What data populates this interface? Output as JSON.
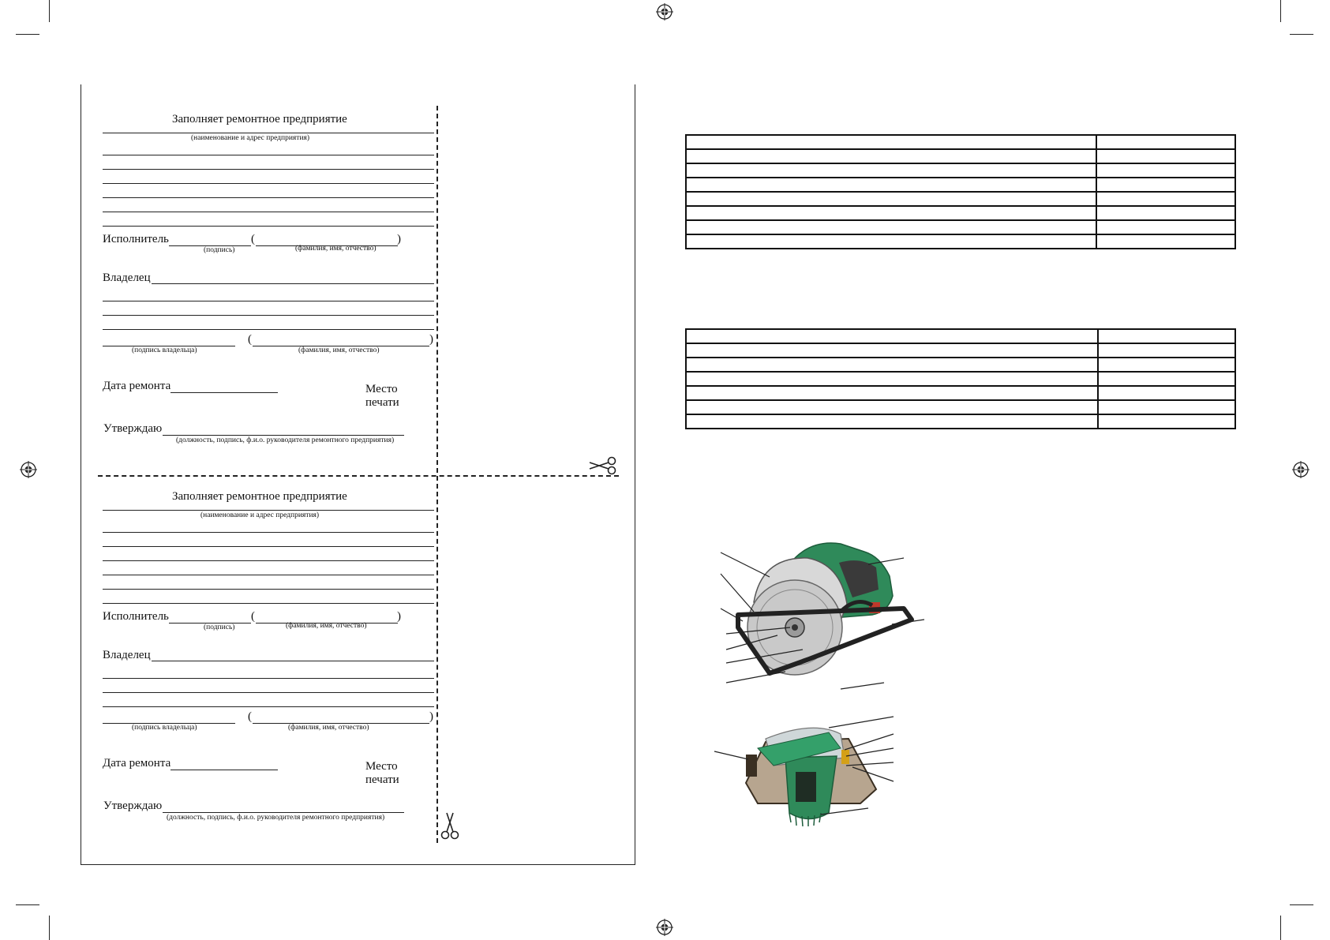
{
  "forms": [
    {
      "heading": "Заполняет ремонтное предприятие",
      "org_caption": "(наименование и адрес предприятия)",
      "executor_label": "Исполнитель",
      "signature_caption": "(подпись)",
      "fio_caption": "(фамилия, имя, отчество)",
      "owner_label": "Владелец",
      "owner_signature_caption": "(подпись владельца)",
      "owner_fio_caption": "(фамилия, имя, отчество)",
      "repair_date_label": "Дата ремонта",
      "stamp_place_line1": "Место",
      "stamp_place_line2": "печати",
      "approve_label": "Утверждаю",
      "approve_caption": "(должность, подпись, ф.и.о. руководителя ремонтного предприятия)"
    },
    {
      "heading": "Заполняет ремонтное предприятие",
      "org_caption": "(наименование и адрес предприятия)",
      "executor_label": "Исполнитель",
      "signature_caption": "(подпись)",
      "fio_caption": "(фамилия, имя, отчество)",
      "owner_label": "Владелец",
      "owner_signature_caption": "(подпись владельца)",
      "owner_fio_caption": "(фамилия, имя, отчество)",
      "repair_date_label": "Дата ремонта",
      "stamp_place_line1": "Место",
      "stamp_place_line2": "печати",
      "approve_label": "Утверждаю",
      "approve_caption": "(должность, подпись, ф.и.о. руководителя ремонтного предприятия)"
    }
  ],
  "tables": [
    {
      "rows": 8,
      "cols": 2
    },
    {
      "rows": 7,
      "cols": 2
    }
  ],
  "icons": {
    "scissors": "scissors-icon",
    "registration": "registration-mark-icon",
    "saw_front": "circular-saw-front-view",
    "saw_top": "circular-saw-top-view"
  },
  "colors": {
    "saw_body": "#2f8a5a",
    "saw_dark": "#2a2a2a",
    "blade": "#c9c9c9",
    "ink": "#111111"
  }
}
